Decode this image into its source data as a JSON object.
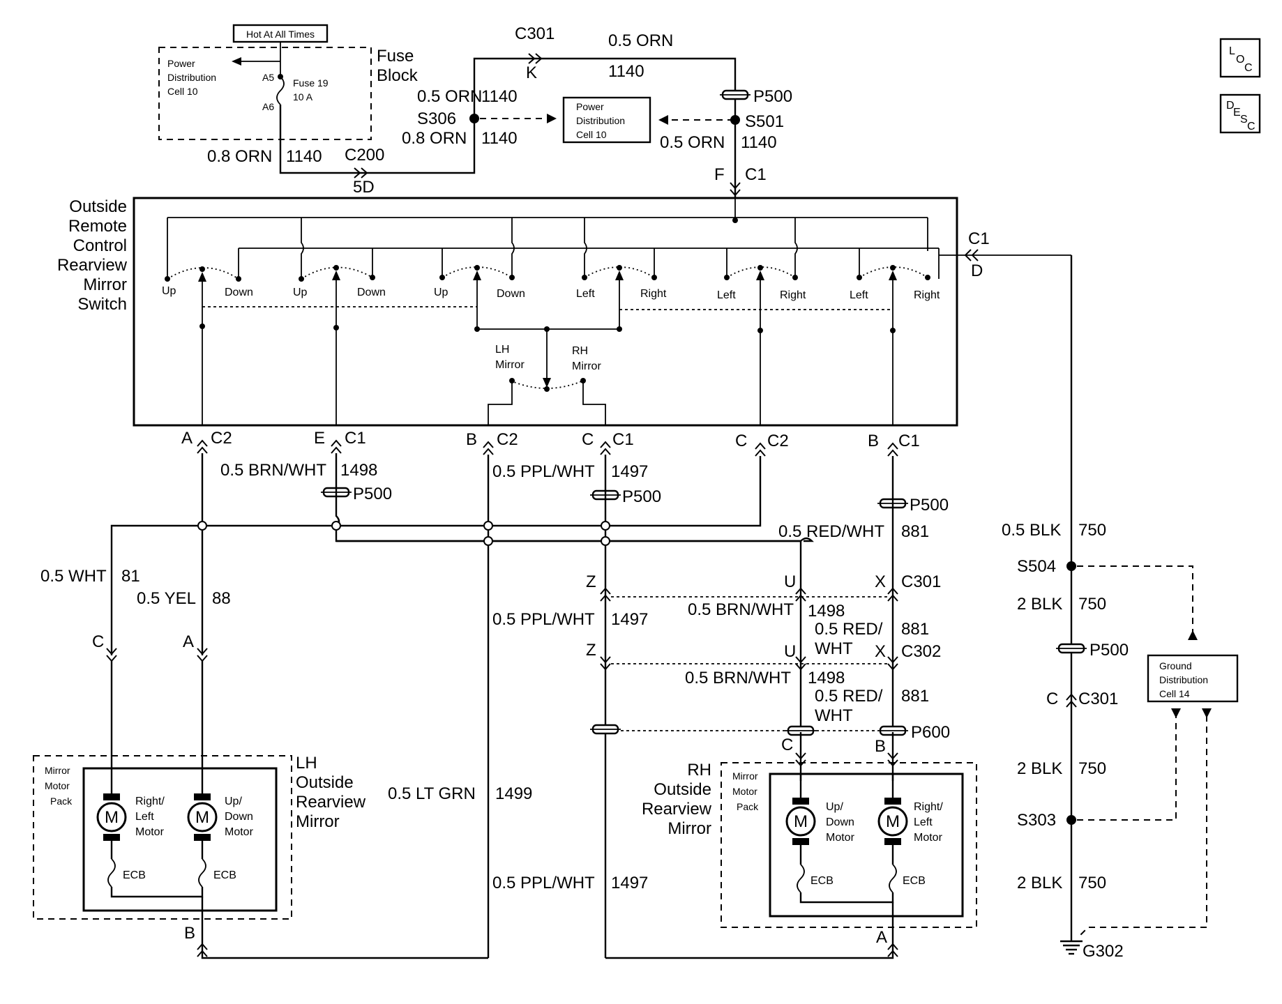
{
  "fuse": {
    "hot_label": "Hot At All Times",
    "pd_lines": [
      "Power",
      "Distribution",
      "Cell 10"
    ],
    "block_lines": [
      "Fuse",
      "Block"
    ],
    "fuse_lines": [
      "Fuse 19",
      "10 A"
    ],
    "pin_a5": "A5",
    "pin_a6": "A6"
  },
  "top": {
    "wire_08orn": "0.8 ORN",
    "wire_05orn": "0.5 ORN",
    "circuit_1140": "1140",
    "c200": "C200",
    "c200_pin": "5D",
    "s306": "S306",
    "s501": "S501",
    "c301": "C301",
    "c301_pin": "K",
    "p500": "P500",
    "f": "F",
    "c1": "C1",
    "pd_box_lines": [
      "Power",
      "Distribution",
      "Cell 10"
    ]
  },
  "icons": {
    "loc": {
      "a": "L",
      "b": "O",
      "c": "C"
    },
    "desc": {
      "a": "D",
      "b": "E",
      "c": "S",
      "d": "C"
    }
  },
  "switch": {
    "title_lines": [
      "Outside",
      "Remote",
      "Control",
      "Rearview",
      "Mirror",
      "Switch"
    ],
    "positions": [
      "Up",
      "Down",
      "Up",
      "Down",
      "Up",
      "Down",
      "Left",
      "Right",
      "Left",
      "Right",
      "Left",
      "Right"
    ],
    "lh_lines": [
      "LH",
      "Mirror"
    ],
    "rh_lines": [
      "RH",
      "Mirror"
    ],
    "c1_side": "C1",
    "d_side": "D"
  },
  "connectors": {
    "a": "A",
    "b": "B",
    "c": "C",
    "e": "E",
    "c1": "C1",
    "c2": "C2",
    "z": "Z",
    "u": "U",
    "x": "X",
    "c301": "C301",
    "c302": "C302",
    "p600": "P600",
    "p500": "P500"
  },
  "wires": {
    "brn_wht": "0.5 BRN/WHT",
    "c1498": "1498",
    "ppl_wht": "0.5 PPL/WHT",
    "c1497": "1497",
    "red_wht": "0.5 RED/WHT",
    "red_wht_a": "0.5 RED/",
    "red_wht_b": "WHT",
    "c881": "881",
    "wht": "0.5 WHT",
    "c81": "81",
    "yel": "0.5 YEL",
    "c88": "88",
    "lt_grn": "0.5 LT GRN",
    "c1499": "1499",
    "blk05": "0.5 BLK",
    "blk2": "2 BLK",
    "c750": "750"
  },
  "lh_mirror": {
    "title_lines": [
      "LH",
      "Outside",
      "Rearview",
      "Mirror"
    ],
    "pack_lines": [
      "Mirror",
      "Motor",
      "Pack"
    ],
    "m1_lines": [
      "Right/",
      "Left",
      "Motor"
    ],
    "m2_lines": [
      "Up/",
      "Down",
      "Motor"
    ],
    "motor_symbol": "M",
    "ecb": "ECB"
  },
  "rh_mirror": {
    "title_lines": [
      "RH",
      "Outside",
      "Rearview",
      "Mirror"
    ],
    "pack_lines": [
      "Mirror",
      "Motor",
      "Pack"
    ],
    "m1_lines": [
      "Up/",
      "Down",
      "Motor"
    ],
    "m2_lines": [
      "Right/",
      "Left",
      "Motor"
    ],
    "motor_symbol": "M",
    "ecb": "ECB"
  },
  "ground": {
    "s504": "S504",
    "s303": "S303",
    "g302": "G302",
    "gd_lines": [
      "Ground",
      "Distribution",
      "Cell 14"
    ]
  }
}
